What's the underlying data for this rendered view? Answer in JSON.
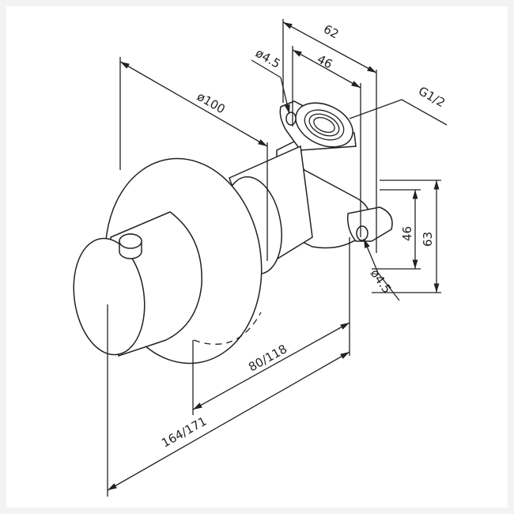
{
  "title": "Thermostatic valve dimension drawing",
  "dimensions": {
    "rosette_diameter": "ø100",
    "width_outer": "62",
    "width_inner": "46",
    "hole_top": "ø4.5",
    "thread": "G1/2",
    "height_inner": "46",
    "height_outer": "63",
    "hole_bottom": "ø4.5",
    "depth_wall": "80/118",
    "depth_total": "164/171"
  }
}
